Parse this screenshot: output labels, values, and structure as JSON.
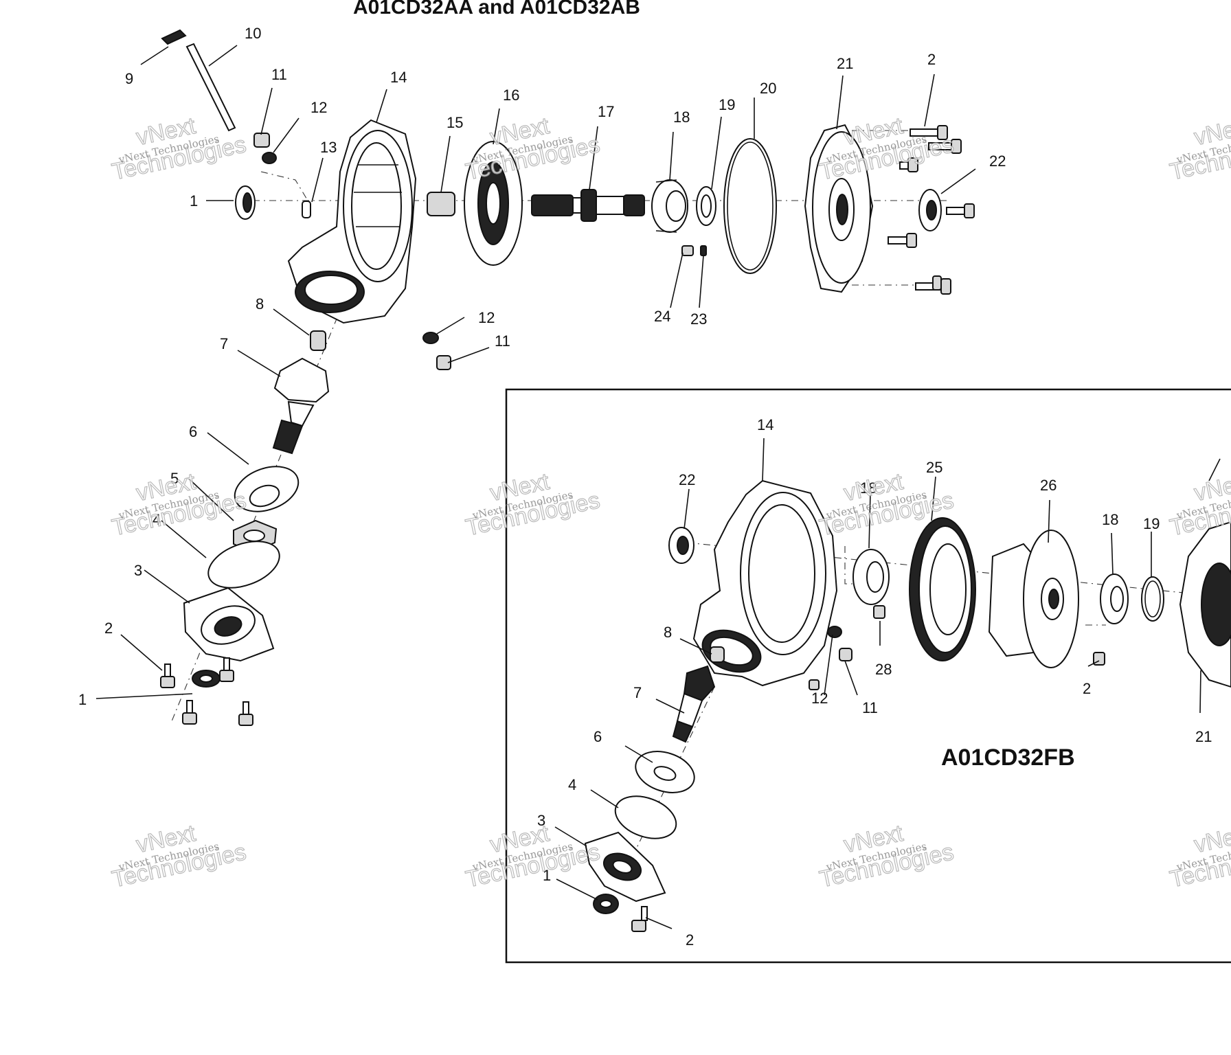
{
  "titles": {
    "top": "A01CD32AA and A01CD32AB",
    "inset": "A01CD32FB"
  },
  "watermark": {
    "line1": "vNext Technologies",
    "line2": "vNext",
    "line3": "Technologies"
  },
  "callouts_main": [
    "1",
    "2",
    "3",
    "4",
    "5",
    "6",
    "7",
    "8",
    "9",
    "10",
    "11",
    "12",
    "13",
    "14",
    "15",
    "16",
    "17",
    "18",
    "19",
    "20",
    "21",
    "22",
    "23",
    "24",
    "1",
    "2",
    "11",
    "12"
  ],
  "callouts_inset": [
    "1",
    "2",
    "3",
    "4",
    "6",
    "7",
    "8",
    "11",
    "12",
    "14",
    "18",
    "18",
    "19",
    "2",
    "21",
    "22",
    "25",
    "26",
    "28"
  ]
}
